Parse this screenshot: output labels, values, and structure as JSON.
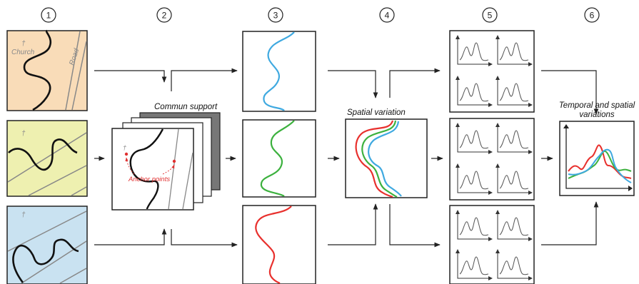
{
  "steps": [
    "1",
    "2",
    "3",
    "4",
    "5",
    "6"
  ],
  "map_labels": {
    "church": "Church",
    "road": "Road",
    "cross": "†"
  },
  "labels": {
    "commun_support": "Commun support",
    "anchor_points": "Anchor points",
    "spatial_variation": "Spatial variation",
    "temporal_spatial_line1": "Temporal and spatial",
    "temporal_spatial_line2": "variations"
  },
  "colors": {
    "map_1": "#f9dcb8",
    "map_2": "#eef0b0",
    "map_3": "#c9e2f1",
    "blue": "#3fa9e0",
    "green": "#3cb13e",
    "red": "#e8302d",
    "annotation": "#e03030",
    "dark_sheet": "#777777"
  }
}
